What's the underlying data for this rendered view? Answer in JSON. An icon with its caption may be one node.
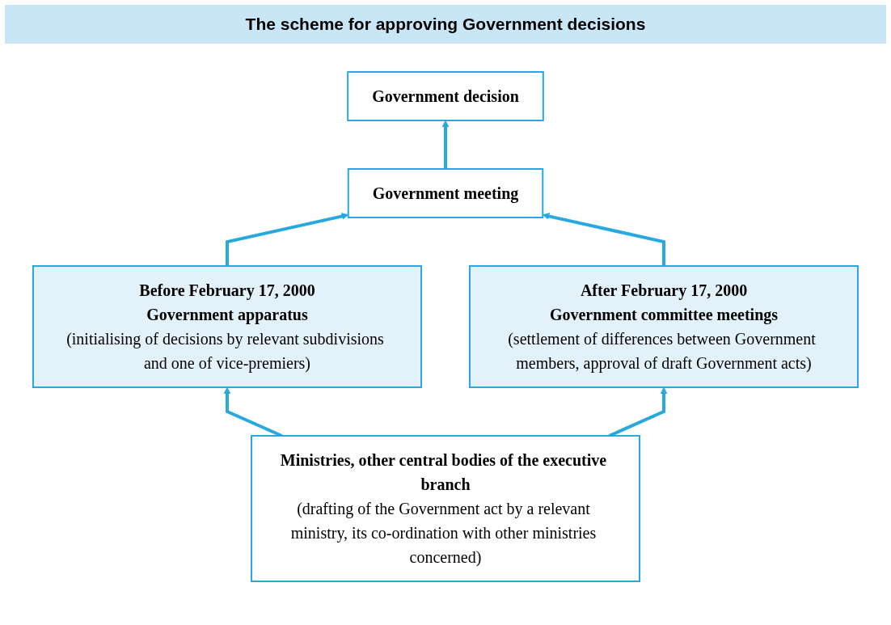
{
  "diagram": {
    "title": "The scheme for approving Government decisions",
    "nodes": [
      {
        "text": [
          "Government decision"
        ]
      },
      {
        "text": [
          "Government meeting"
        ]
      },
      {
        "text": [
          "Before February 17, 2000",
          "Government apparatus",
          "(initialising of decisions by relevant subdivisions and one of vice-premiers)"
        ]
      },
      {
        "text": [
          "After February 17, 2000",
          "Government committee meetings",
          "(settlement of differences between Government members, approval of draft Government acts)"
        ]
      },
      {
        "text": [
          "Ministries, other central bodies of the executive branch",
          "(drafting of the Government act by a relevant ministry, its co-ordination with other ministries concerned)"
        ]
      }
    ],
    "edges": [
      {
        "from": 1,
        "to": 0,
        "arrow": "to"
      },
      {
        "from": 2,
        "to": 1,
        "arrow": "to"
      },
      {
        "from": 3,
        "to": 1,
        "arrow": "to"
      },
      {
        "from": 4,
        "to": 2,
        "arrow": "to"
      },
      {
        "from": 4,
        "to": 3,
        "arrow": "to"
      }
    ]
  }
}
